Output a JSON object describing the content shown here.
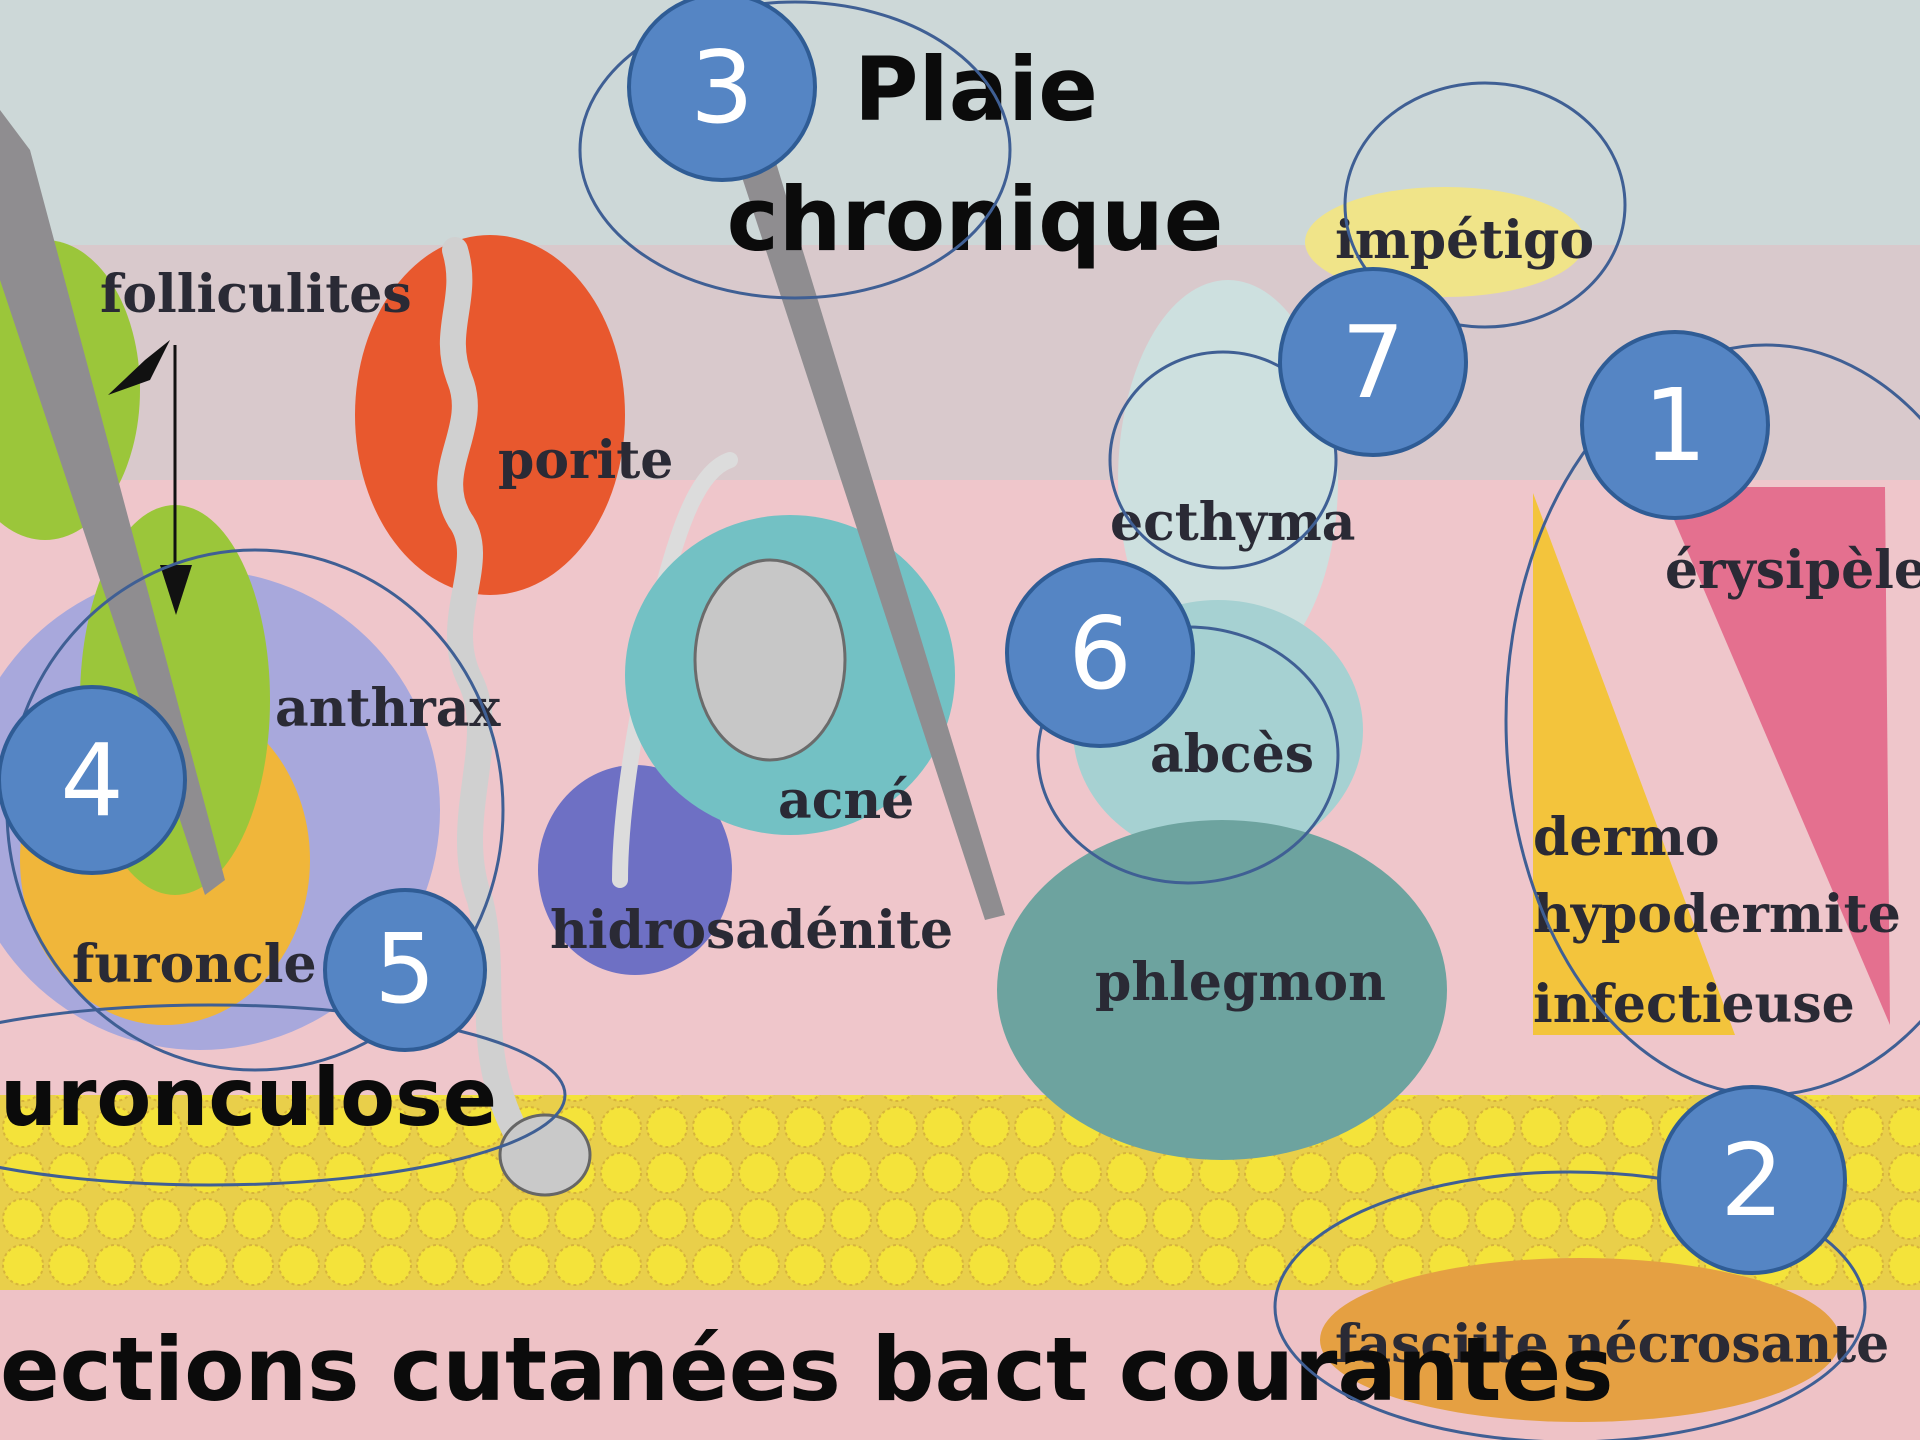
{
  "labels": {
    "folliculites": "folliculites",
    "porite": "porite",
    "anthrax": "anthrax",
    "furoncle": "furoncle",
    "hidrosadenite": "hidrosadénite",
    "acne": "acné",
    "impetigo": "impétigo",
    "ecthyma": "ecthyma",
    "abces": "abcès",
    "phlegmon": "phlegmon",
    "erysipele": "érysipèle",
    "dermo": "dermo",
    "hypodermite": "hypodermite",
    "infectieuse": "infectieuse",
    "fasciite": "fasciite nécrosante"
  },
  "callouts": {
    "plaie": "Plaie",
    "chronique": "chronique",
    "furonculose": "uronculose",
    "footer": "ections cutanées bact courantes"
  },
  "markers": [
    "1",
    "2",
    "3",
    "4",
    "5",
    "6",
    "7"
  ],
  "colors": {
    "marker_fill": "#5585c4",
    "marker_stroke": "#2f5c95",
    "outline": "#3f5f94",
    "sky": "#cdd7d8",
    "skin": "#eec4c8",
    "fat": "#f2e03a"
  }
}
